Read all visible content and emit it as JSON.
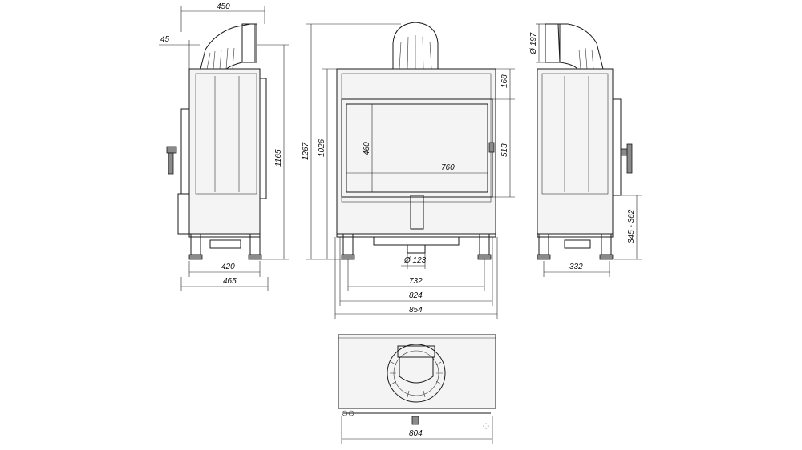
{
  "dimensions": {
    "side_left": {
      "top_width": "450",
      "offset": "45",
      "height_flue": "1165",
      "base_feet": "420",
      "depth": "465"
    },
    "front": {
      "height_total": "1267",
      "height_body": "1026",
      "glass_height": "460",
      "glass_width": "760",
      "top_margin": "168",
      "opening_height": "513",
      "flue_diameter": "Ø 123",
      "width_feet": "732",
      "width_body": "824",
      "width_total": "854"
    },
    "side_right": {
      "flue_diameter": "Ø 197",
      "leg_range": "345 - 362",
      "base_depth": "332"
    },
    "top_view": {
      "width": "804"
    }
  },
  "colors": {
    "line": "#1a1a1a",
    "background": "#ffffff",
    "fill": "#f4f4f4"
  }
}
